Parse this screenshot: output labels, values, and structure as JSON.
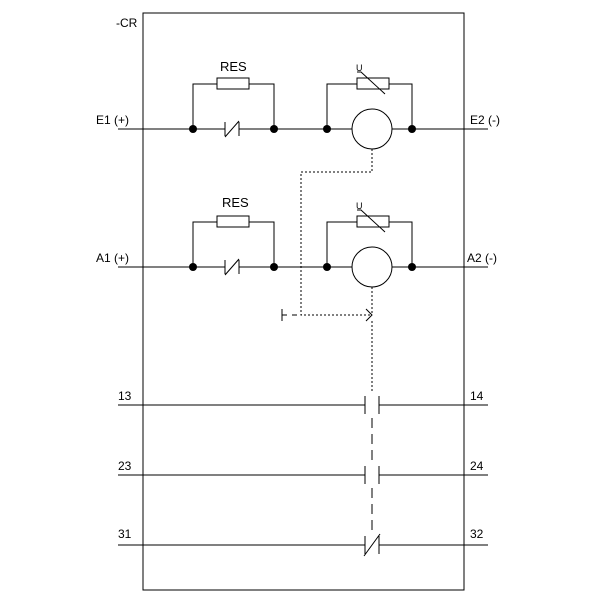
{
  "device": {
    "tag": "-CR"
  },
  "terminals": {
    "e1": "E1 (+)",
    "e2": "E2 (-)",
    "a1": "A1 (+)",
    "a2": "A2 (-)",
    "t13": "13",
    "t14": "14",
    "t23": "23",
    "t24": "24",
    "t31": "31",
    "t32": "32"
  },
  "components": {
    "resistor_top": "RES",
    "resistor_bottom": "RES",
    "varistor_top": "U",
    "varistor_bottom": "U"
  }
}
